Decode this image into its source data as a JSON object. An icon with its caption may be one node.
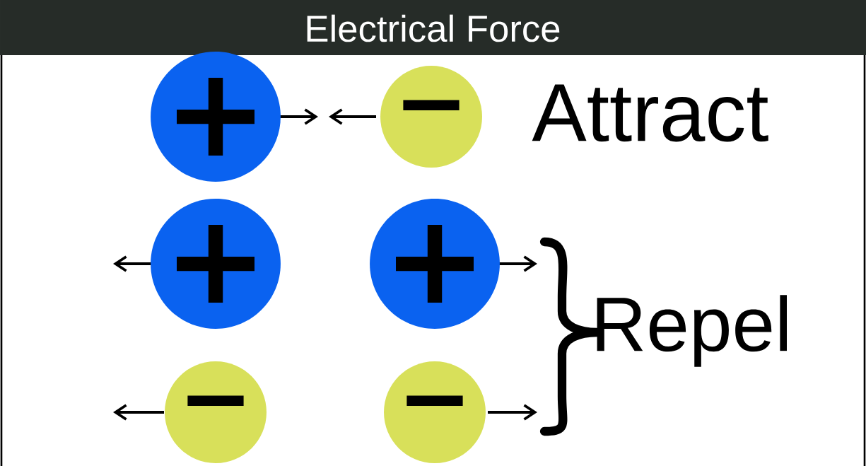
{
  "diagram": {
    "title": "Electrical Force",
    "nodes": [
      {
        "text": [
          "+"
        ]
      },
      {
        "text": [
          "−"
        ]
      },
      {
        "text": [
          "+"
        ]
      },
      {
        "text": [
          "+"
        ]
      },
      {
        "text": [
          "−"
        ]
      },
      {
        "text": [
          "−"
        ]
      }
    ],
    "labels": [
      "Attract",
      "Repel"
    ]
  }
}
